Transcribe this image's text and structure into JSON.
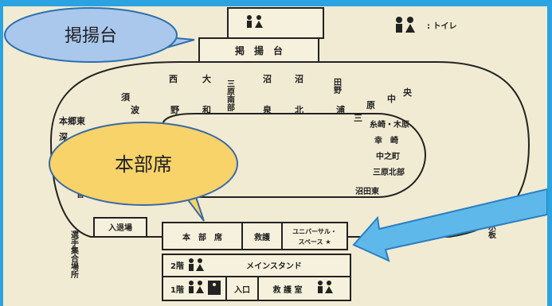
{
  "callouts": {
    "stand": "掲揚台",
    "hq": "本部席"
  },
  "legend": {
    "toilet": ": トイレ"
  },
  "top_booth": {
    "title": "掲　揚　台"
  },
  "groups_outer": [
    {
      "text": "西"
    },
    {
      "text": "大"
    },
    {
      "text": "三原南部"
    },
    {
      "text": "沼"
    },
    {
      "text": "沼"
    },
    {
      "text": "田野"
    },
    {
      "text": "須"
    },
    {
      "text": "中"
    },
    {
      "text": "央"
    },
    {
      "text": "本郷東"
    },
    {
      "text": "深"
    }
  ],
  "groups_inner": [
    {
      "text": "波"
    },
    {
      "text": "野"
    },
    {
      "text": "和"
    },
    {
      "text": "泉"
    },
    {
      "text": "北"
    },
    {
      "text": "浦"
    },
    {
      "text": "原"
    },
    {
      "text": "三"
    }
  ],
  "groups_right": [
    {
      "text": "糸崎・木原"
    },
    {
      "text": "幸　崎"
    },
    {
      "text": "中之町"
    },
    {
      "text": "三原北部"
    },
    {
      "text": "沼田東"
    }
  ],
  "left_misc": {
    "te": "音"
  },
  "facilities": {
    "entry_exit": "入退場",
    "hq_seat": "本　部　席",
    "first_aid": "救護",
    "universal": "ユニバーサル・",
    "universal2": "スペース ★",
    "main_stand": "メインスタンド",
    "floor2": "2階",
    "floor1": "1階",
    "entrance": "入口",
    "first_aid_room": "救 護 室",
    "assembly": "選手集合場所",
    "board": "掲示板"
  },
  "colors": {
    "frame": "#2aa3e0",
    "callout_blue": "#a9c8ec",
    "callout_yellow": "#f7d36a",
    "arrow": "#5eb8ea",
    "paper": "#f1ebd3"
  },
  "icons": [
    "toilet-icon",
    "wheelchair-icon",
    "arrow-pointer"
  ]
}
